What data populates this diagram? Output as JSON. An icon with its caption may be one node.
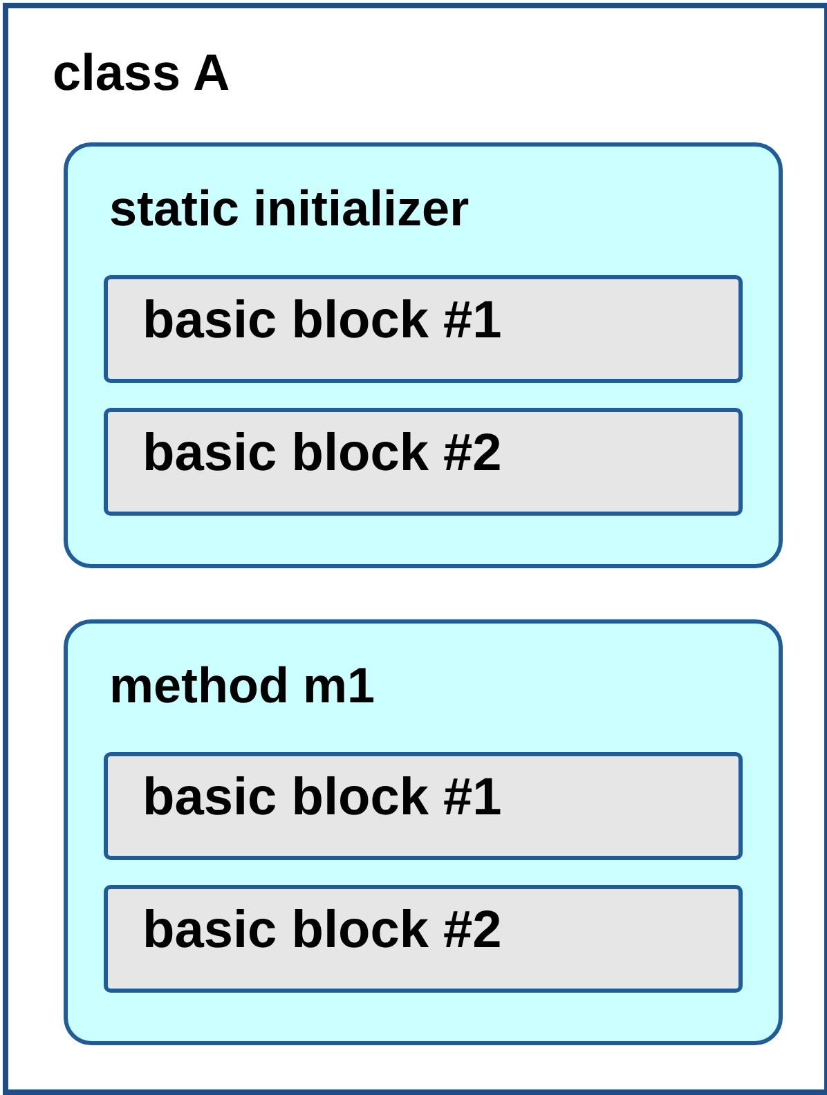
{
  "diagram": {
    "nodes": [
      {
        "text": [
          "class A"
        ]
      },
      {
        "text": [
          "static initializer"
        ],
        "in": 0
      },
      {
        "text": [
          "basic block #1"
        ],
        "in": 1
      },
      {
        "text": [
          "basic block #2"
        ],
        "in": 1
      },
      {
        "text": [
          "method m1"
        ],
        "in": 0
      },
      {
        "text": [
          "basic block #1"
        ],
        "in": 4
      },
      {
        "text": [
          "basic block #2"
        ],
        "in": 4
      }
    ]
  }
}
